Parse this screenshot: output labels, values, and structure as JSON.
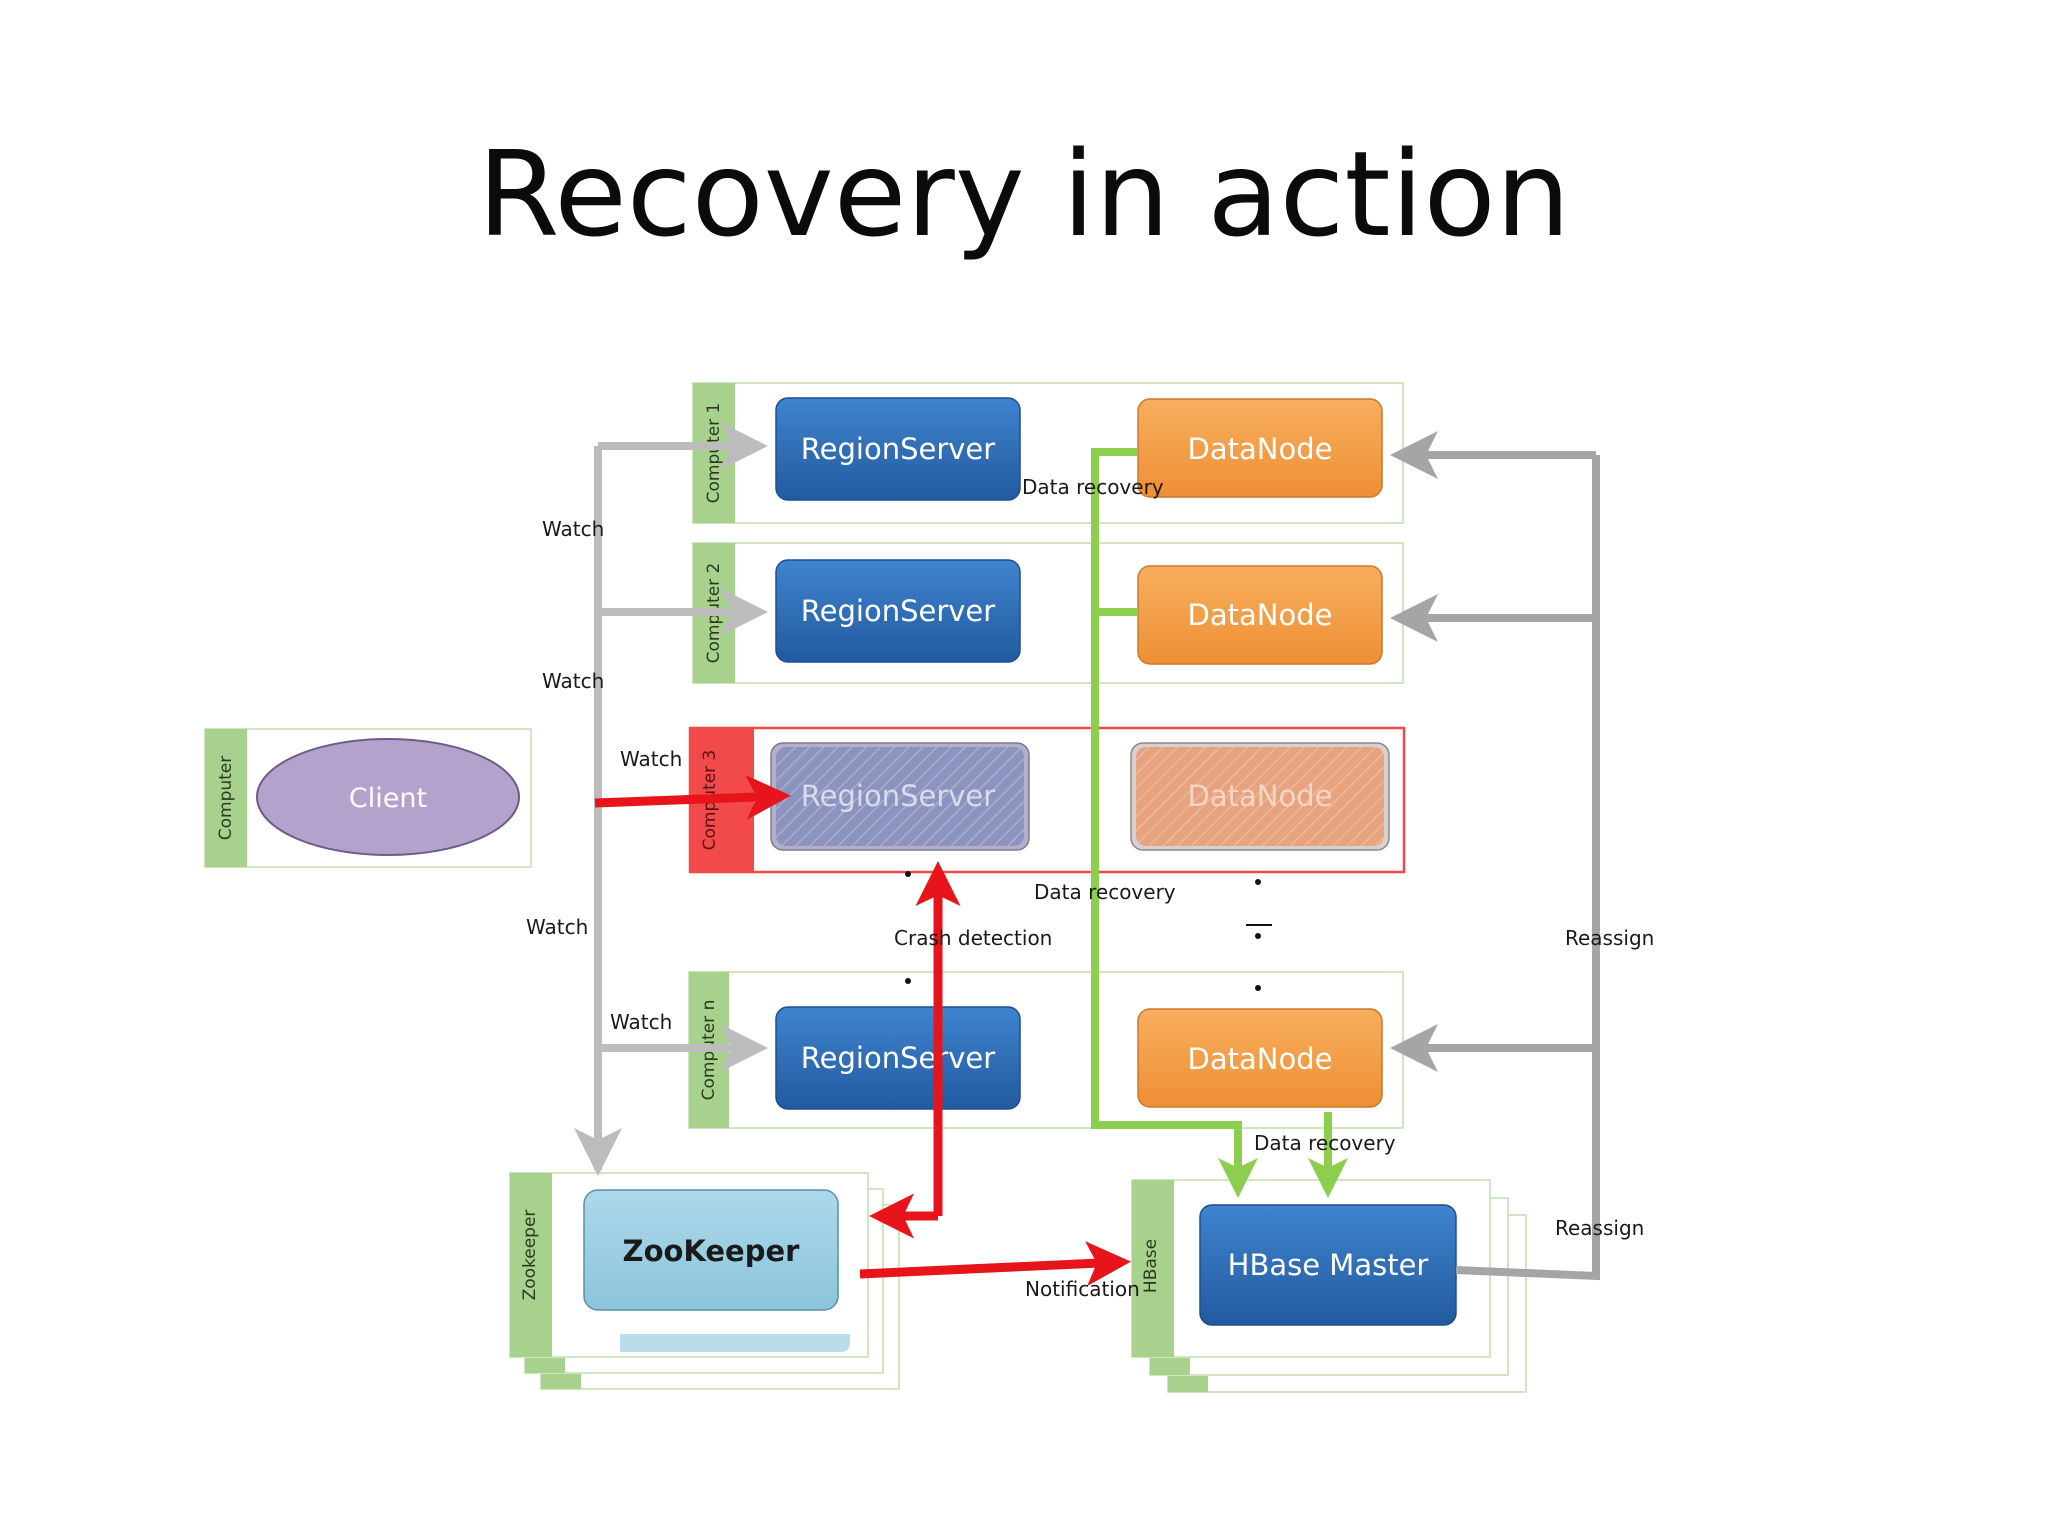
{
  "title": "Recovery in action",
  "computers": [
    {
      "side_label": "Computer 1",
      "region_server": "RegionServer",
      "data_node": "DataNode"
    },
    {
      "side_label": "Computer 2",
      "region_server": "RegionServer",
      "data_node": "DataNode"
    },
    {
      "side_label": "Computer 3",
      "region_server": "RegionServer",
      "data_node": "DataNode"
    },
    {
      "side_label": "Computer n",
      "region_server": "RegionServer",
      "data_node": "DataNode"
    }
  ],
  "client": {
    "side_label": "Computer",
    "label": "Client"
  },
  "zookeeper": {
    "side_label": "Zookeeper",
    "label": "ZooKeeper"
  },
  "hbase": {
    "side_label": "HBase",
    "label": "HBase Master"
  },
  "edge_labels": {
    "watch": "Watch",
    "data_recovery": "Data recovery",
    "crash_detection": "Crash detection",
    "notification": "Notification",
    "reassign": "Reassign"
  },
  "colors": {
    "green_tab": "#a9d18e",
    "red_tab": "#f24a4a",
    "region_blue": "#2f6db3",
    "datanode_orange": "#f5a04a",
    "client_purple": "#b3a2cc",
    "zookeeper_blue": "#9dcfe2",
    "arrow_gray": "#bcbcbc",
    "arrow_red": "#e8141b",
    "arrow_green": "#8ccf4f"
  }
}
